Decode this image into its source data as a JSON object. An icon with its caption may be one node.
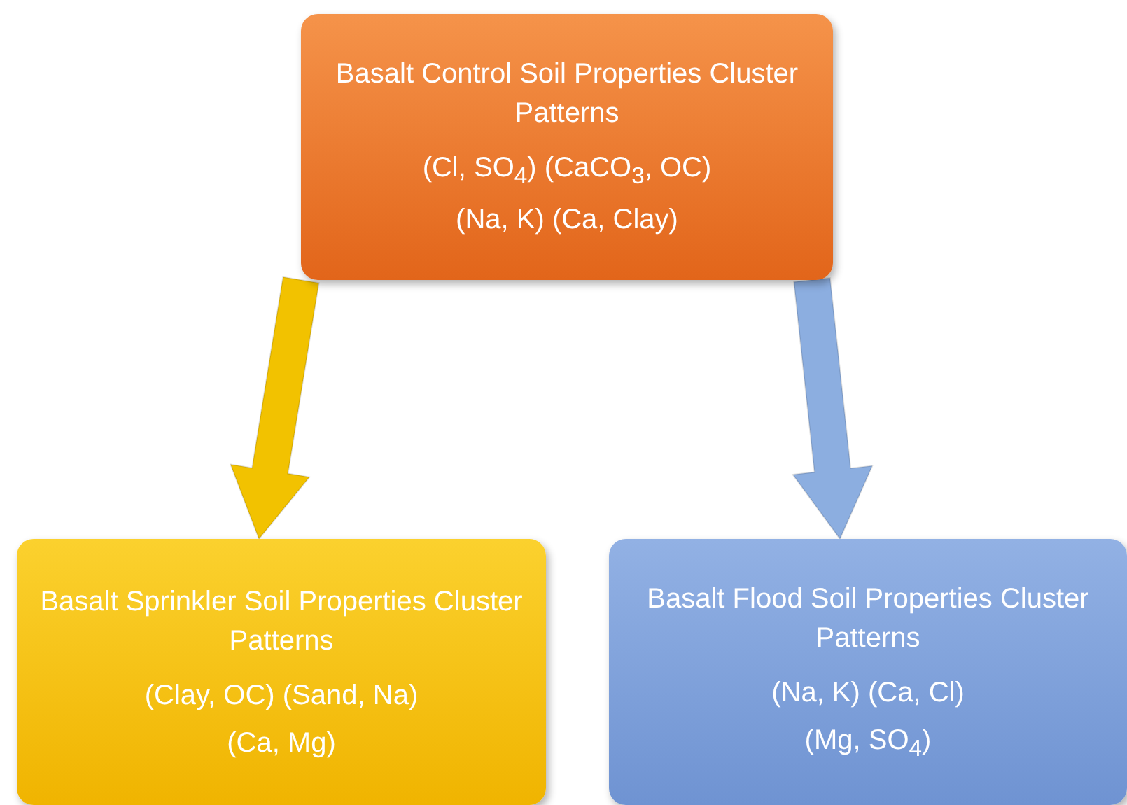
{
  "diagram": {
    "nodes": [
      {
        "text": [
          "Basalt Control Soil Properties Cluster Patterns",
          "(Cl, SO$_{4}$)  (CaCO$_{3}$, OC)",
          "(Na, K)  (Ca, Clay)"
        ]
      },
      {
        "text": [
          "Basalt Sprinkler Soil Properties Cluster Patterns",
          "(Clay, OC)  (Sand, Na)",
          "(Ca, Mg)"
        ]
      },
      {
        "text": [
          "Basalt Flood Soil Properties Cluster Patterns",
          "(Na, K)  (Ca, Cl)",
          "(Mg, SO$_{4}$)"
        ]
      }
    ],
    "edges": [
      {
        "from": 0,
        "to": 1,
        "arrow": "to",
        "style": "thick",
        "color": "#f2c200"
      },
      {
        "from": 0,
        "to": 2,
        "arrow": "to",
        "style": "thick",
        "color": "#8caee0"
      }
    ]
  }
}
